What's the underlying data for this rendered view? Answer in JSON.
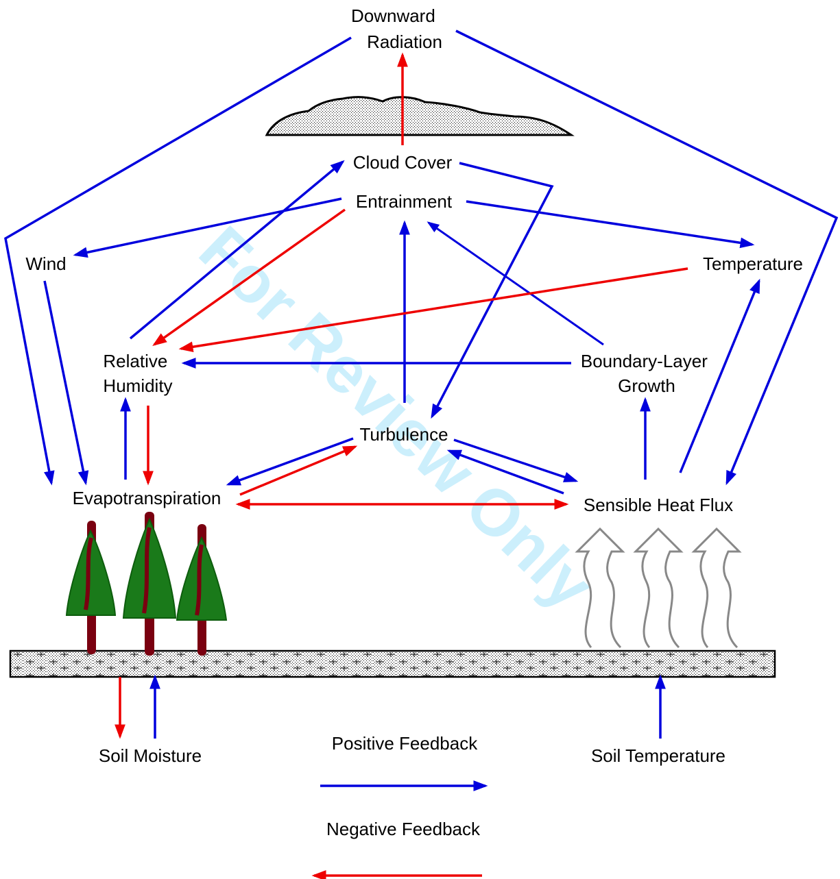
{
  "colors": {
    "positive": "#0000dd",
    "negative": "#ee0000",
    "trunk": "#7a0010",
    "foliage": "#1a7a1a",
    "heat_arrows": "#888888",
    "watermark": "#00aeef"
  },
  "nodes": {
    "downward_radiation": [
      "Downward",
      "Radiation"
    ],
    "cloud_cover": "Cloud Cover",
    "entrainment": "Entrainment",
    "wind": "Wind",
    "temperature": "Temperature",
    "relative_humidity": [
      "Relative",
      "Humidity"
    ],
    "boundary_layer_growth": [
      "Boundary-Layer",
      "Growth"
    ],
    "turbulence": "Turbulence",
    "evapotranspiration": "Evapotranspiration",
    "sensible_heat_flux": "Sensible Heat Flux",
    "soil_moisture": "Soil Moisture",
    "soil_temperature": "Soil Temperature"
  },
  "legend": {
    "positive_label": "Positive Feedback",
    "negative_label": "Negative Feedback"
  },
  "watermark": "For Review Only",
  "edges": [
    {
      "from": "cloud_cover",
      "to": "downward_radiation",
      "type": "negative"
    },
    {
      "from": "downward_radiation",
      "to": "evapotranspiration",
      "type": "positive"
    },
    {
      "from": "downward_radiation",
      "to": "sensible_heat_flux",
      "type": "positive"
    },
    {
      "from": "cloud_cover",
      "to": "turbulence",
      "type": "positive"
    },
    {
      "from": "relative_humidity",
      "to": "cloud_cover",
      "type": "positive"
    },
    {
      "from": "entrainment",
      "to": "wind",
      "type": "positive"
    },
    {
      "from": "entrainment",
      "to": "temperature",
      "type": "positive"
    },
    {
      "from": "entrainment",
      "to": "relative_humidity",
      "type": "negative"
    },
    {
      "from": "temperature",
      "to": "relative_humidity",
      "type": "negative"
    },
    {
      "from": "boundary_layer_growth",
      "to": "entrainment",
      "type": "positive"
    },
    {
      "from": "boundary_layer_growth",
      "to": "relative_humidity",
      "type": "positive"
    },
    {
      "from": "turbulence",
      "to": "entrainment",
      "type": "positive"
    },
    {
      "from": "wind",
      "to": "evapotranspiration",
      "type": "positive"
    },
    {
      "from": "evapotranspiration",
      "to": "relative_humidity",
      "type": "positive"
    },
    {
      "from": "relative_humidity",
      "to": "evapotranspiration",
      "type": "negative"
    },
    {
      "from": "turbulence",
      "to": "evapotranspiration",
      "type": "positive"
    },
    {
      "from": "evapotranspiration",
      "to": "turbulence",
      "type": "negative"
    },
    {
      "from": "turbulence",
      "to": "sensible_heat_flux",
      "type": "positive"
    },
    {
      "from": "sensible_heat_flux",
      "to": "turbulence",
      "type": "positive"
    },
    {
      "from": "evapotranspiration",
      "to": "sensible_heat_flux",
      "type": "negative"
    },
    {
      "from": "sensible_heat_flux",
      "to": "evapotranspiration",
      "type": "negative"
    },
    {
      "from": "sensible_heat_flux",
      "to": "boundary_layer_growth",
      "type": "positive"
    },
    {
      "from": "sensible_heat_flux",
      "to": "temperature",
      "type": "positive"
    },
    {
      "from": "soil_moisture",
      "to": "evapotranspiration",
      "type": "positive"
    },
    {
      "from": "evapotranspiration",
      "to": "soil_moisture",
      "type": "negative"
    },
    {
      "from": "soil_temperature",
      "to": "sensible_heat_flux",
      "type": "positive"
    }
  ]
}
